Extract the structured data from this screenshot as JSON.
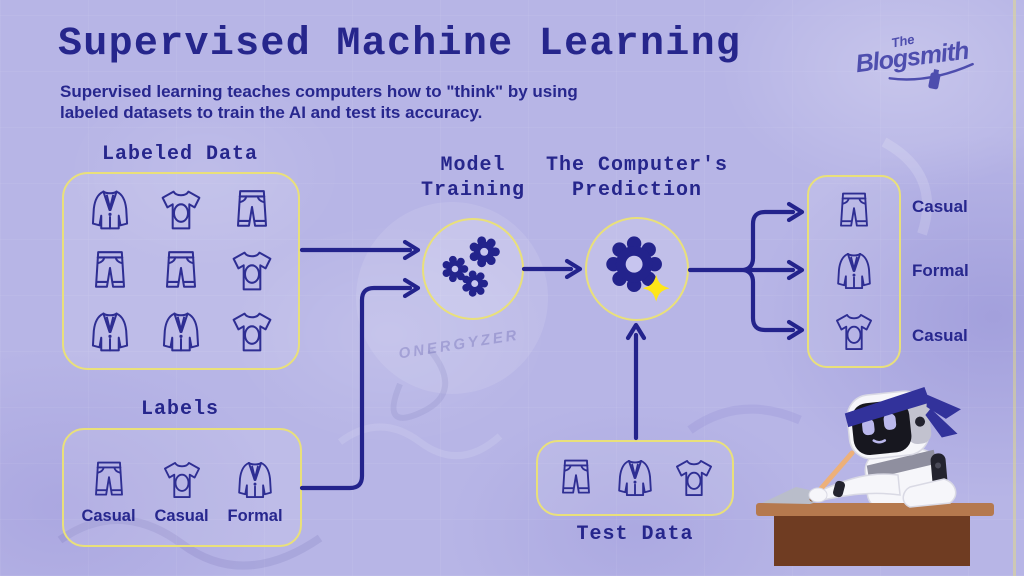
{
  "header": {
    "title": "Supervised Machine Learning",
    "subtitle_line1": "Supervised learning teaches computers how to \"think\" by using",
    "subtitle_line2": "labeled datasets to train the AI and test its accuracy."
  },
  "logo": {
    "prefix": "The",
    "name": "Blogsmith"
  },
  "background": {
    "graffiti_text": "ONERGYZER"
  },
  "labeled_data": {
    "heading": "Labeled Data",
    "grid": [
      "blazer",
      "tshirt",
      "jeans",
      "jeans",
      "jeans",
      "tshirt",
      "blazer",
      "blazer",
      "tshirt"
    ]
  },
  "labels_box": {
    "heading": "Labels",
    "items": [
      {
        "icon": "jeans",
        "label": "Casual"
      },
      {
        "icon": "tshirt",
        "label": "Casual"
      },
      {
        "icon": "blazer",
        "label": "Formal"
      }
    ]
  },
  "model_training": {
    "heading_line1": "Model",
    "heading_line2": "Training",
    "icon": "gears-icon"
  },
  "prediction": {
    "heading_line1": "The Computer's",
    "heading_line2": "Prediction",
    "icon": "gear-sparkle-icon"
  },
  "test_data": {
    "heading": "Test Data",
    "items": [
      "jeans",
      "blazer",
      "tshirt"
    ]
  },
  "output": {
    "items": [
      {
        "icon": "jeans",
        "label": "Casual"
      },
      {
        "icon": "blazer",
        "label": "Formal"
      },
      {
        "icon": "tshirt",
        "label": "Casual"
      }
    ]
  },
  "colors": {
    "navy": "#26268c",
    "box_yellow": "#e9e07a",
    "sparkle_yellow": "#ffe619",
    "background": "#b7b5e6",
    "desk_brown": "#6f3c22"
  }
}
